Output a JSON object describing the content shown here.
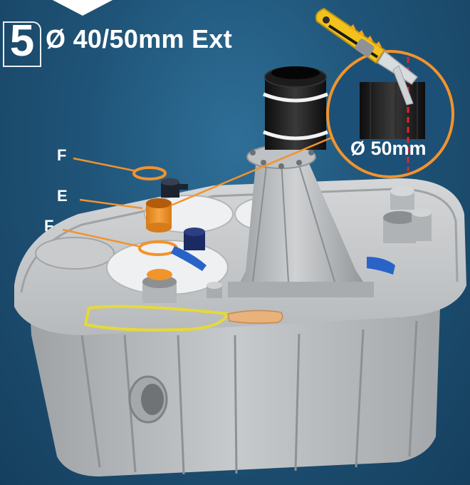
{
  "step": {
    "number": "5"
  },
  "title": "Ø 40/50mm Ext",
  "callouts": [
    {
      "letter": "F"
    },
    {
      "letter": "E"
    },
    {
      "letter": "F"
    }
  ],
  "zoom": {
    "label": "Ø 50mm"
  },
  "colors": {
    "background": "#1f5478",
    "orange_accent": "#f2932c",
    "cut_line": "#e0262a",
    "unit_body": "#b9bcbe",
    "pipe_black": "#1a1a1a"
  },
  "icons": [
    "utility-knife-icon",
    "dashed-cut-line-icon"
  ]
}
